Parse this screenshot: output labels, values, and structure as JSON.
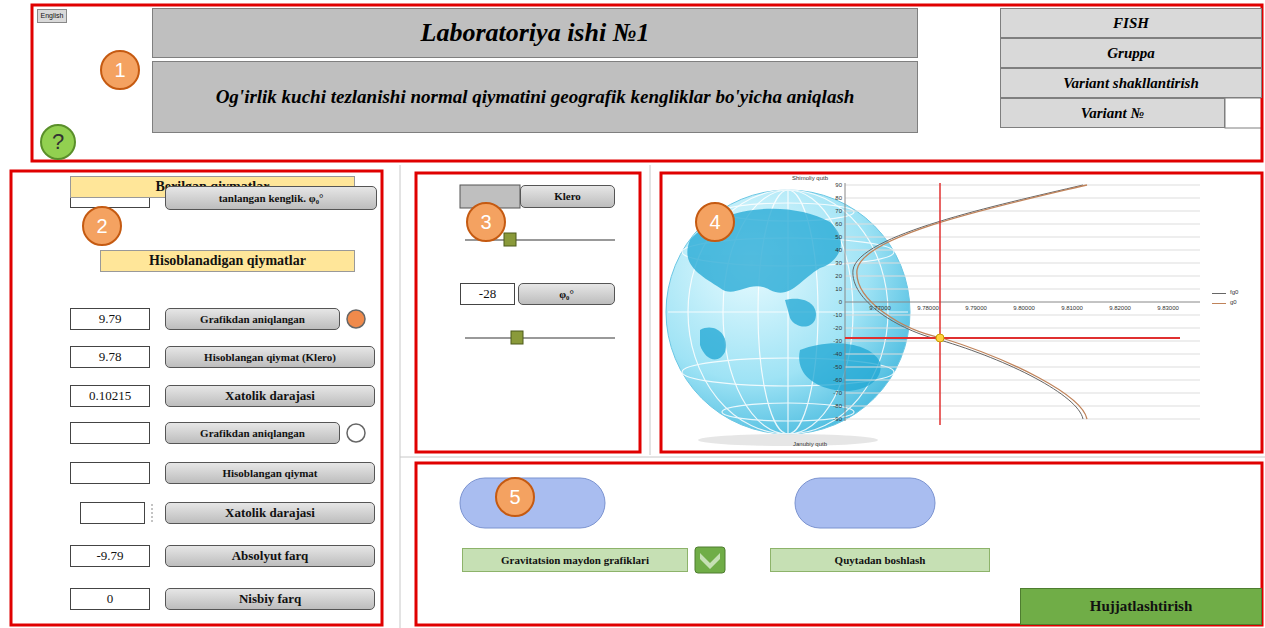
{
  "diagram": {
    "nodes": [
      {
        "text": [
          "English"
        ]
      },
      {
        "text": [
          "?"
        ]
      },
      {
        "text": [
          "1"
        ]
      },
      {
        "text": [
          "Laboratoriya ishi №1"
        ]
      },
      {
        "text": [
          "Og'irlik kuchi tezlanishi normal qiymatini geografik kengliklar bo'yicha aniqlash"
        ]
      },
      {
        "text": [
          "FISH"
        ]
      },
      {
        "text": [
          "Gruppa"
        ]
      },
      {
        "text": [
          "Variant shakllantirish"
        ]
      },
      {
        "text": [
          "Variant №"
        ]
      },
      {
        "text": [
          "2"
        ]
      },
      {
        "text": [
          "Berilgan qiymatlar"
        ]
      },
      {
        "text": [
          "tanlangan kenglik. φ₀°"
        ]
      },
      {
        "text": [
          "Hisoblanadigan qiymatlar"
        ]
      },
      {
        "text": [
          "9.79"
        ]
      },
      {
        "text": [
          "Grafikdan aniqlangan"
        ]
      },
      {
        "text": [
          "9.78"
        ]
      },
      {
        "text": [
          "Hisoblangan qiymat (Klero)"
        ]
      },
      {
        "text": [
          "0.10215"
        ]
      },
      {
        "text": [
          "Xatolik darajasi"
        ]
      },
      {
        "text": [
          "Grafikdan aniqlangan"
        ]
      },
      {
        "text": [
          "Hisoblangan qiymat"
        ]
      },
      {
        "text": [
          "Xatolik darajasi"
        ]
      },
      {
        "text": [
          "-9.79"
        ]
      },
      {
        "text": [
          "Absolyut farq"
        ]
      },
      {
        "text": [
          "0"
        ]
      },
      {
        "text": [
          "Nisbiy farq"
        ]
      },
      {
        "text": [
          "3"
        ]
      },
      {
        "text": [
          "Klero"
        ]
      },
      {
        "text": [
          "-28"
        ]
      },
      {
        "text": [
          "φ₀°"
        ]
      },
      {
        "text": [
          "4"
        ]
      },
      {
        "text": [
          "5"
        ]
      },
      {
        "text": [
          "Gravitatsion maydon grafiklari"
        ]
      },
      {
        "text": [
          "Quytadan boshlash"
        ]
      },
      {
        "text": [
          "Hujjatlashtirish"
        ]
      }
    ],
    "labels": [
      "Shimoliy qutb",
      "Janubiy qutb",
      "90",
      "80",
      "70",
      "60",
      "50",
      "40",
      "30",
      "20",
      "10",
      "0",
      "-10",
      "-20",
      "-30",
      "-40",
      "-50",
      "-60",
      "-70",
      "-80",
      "-90",
      "9.77000",
      "9.78000",
      "9.79000",
      "9.80000",
      "9.81000",
      "9.82000",
      "9.83000"
    ],
    "legend": [
      {
        "text": "fg0"
      },
      {
        "text": "g0"
      }
    ]
  }
}
